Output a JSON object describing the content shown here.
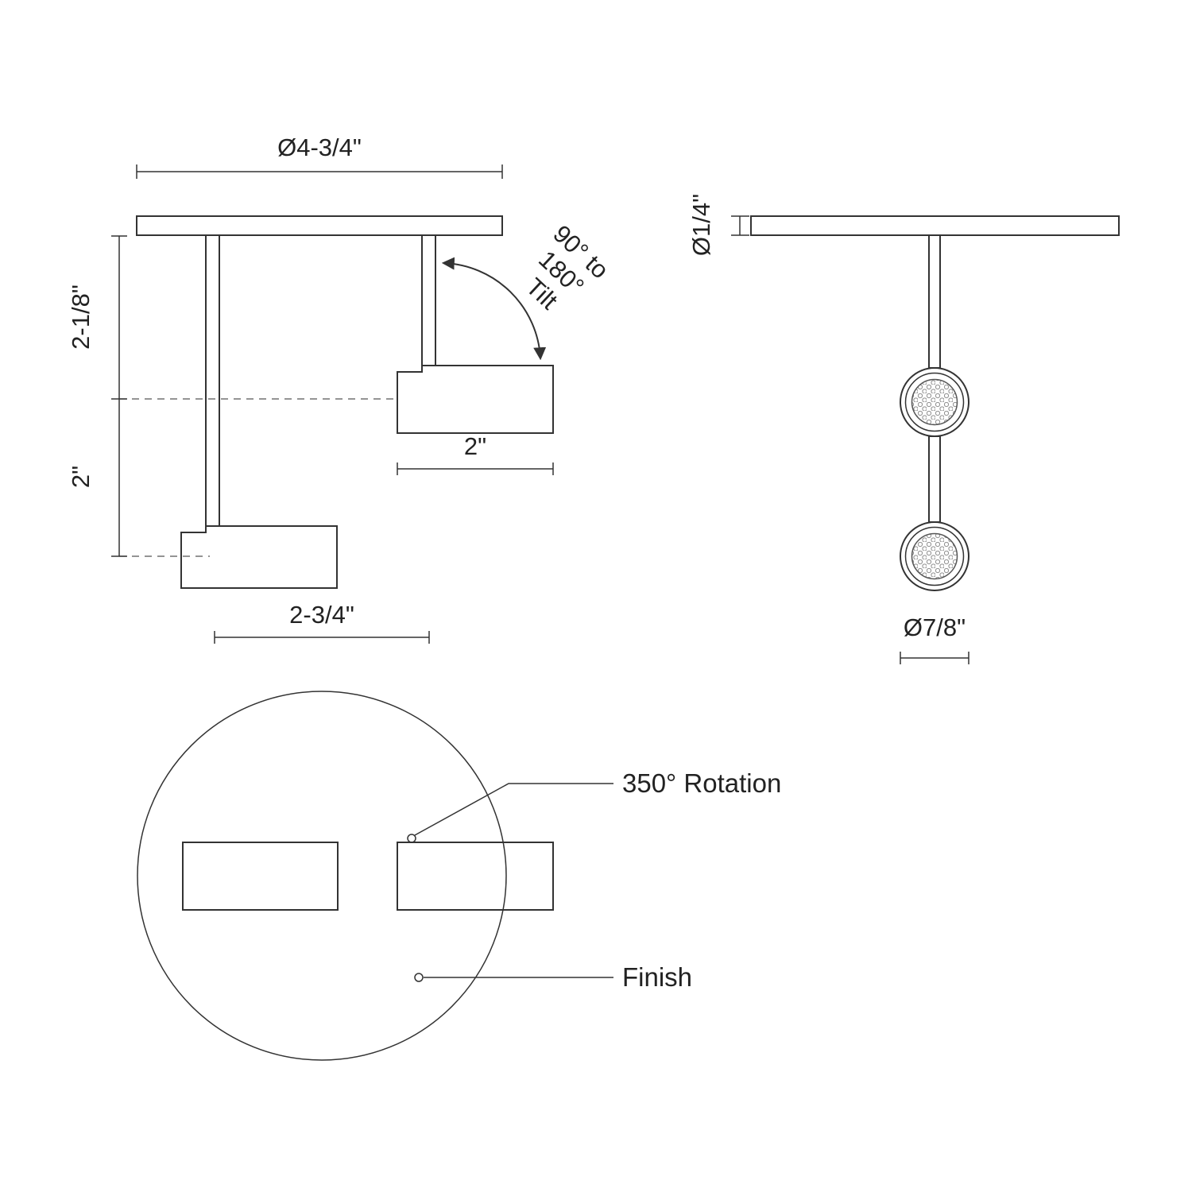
{
  "page": {
    "background": "#ffffff",
    "line_color": "#333333",
    "text_color": "#222222"
  },
  "views": {
    "side": {
      "canopy_diameter_label": "Ø4-3/4\"",
      "upper_height_label": "2-1/8\"",
      "lower_height_label": "2\"",
      "head_length_label": "2\"",
      "head_span_label": "2-3/4\"",
      "tilt_label_line1": "90° to",
      "tilt_label_line2": "180°",
      "tilt_label_line3": "Tilt"
    },
    "profile": {
      "canopy_thickness_label": "Ø1/4\"",
      "head_diameter_label": "Ø7/8\""
    },
    "bottom": {
      "rotation_label": "350° Rotation",
      "finish_label": "Finish"
    }
  }
}
